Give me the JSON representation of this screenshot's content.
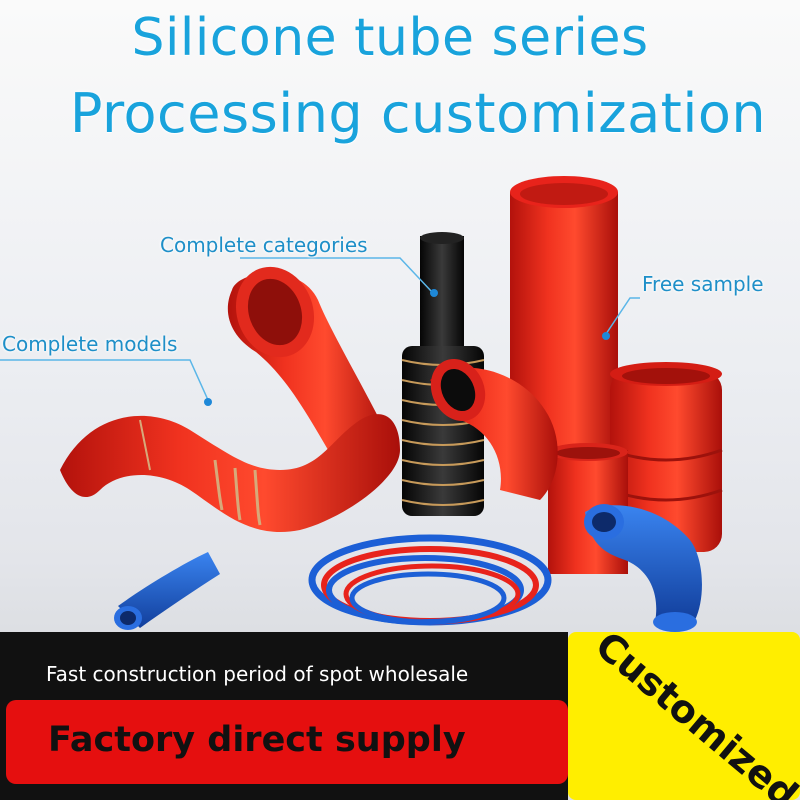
{
  "title": {
    "line1": "Silicone tube series",
    "line2": "Processing customization"
  },
  "callouts": {
    "categories": "Complete categories",
    "models": "Complete models",
    "sample": "Free sample"
  },
  "banner": {
    "spot_text": "Fast construction period of spot wholesale",
    "factory_text": "Factory direct supply",
    "customized_text": "Customized"
  },
  "colors": {
    "title_blue": "#19a3dc",
    "tube_red": "#e8231b",
    "tube_black": "#151515",
    "tube_blue": "#1c5fd6",
    "banner_red": "#e50f0f",
    "banner_yellow": "#ffee00"
  },
  "icons": [
    "callout-dot-icon"
  ]
}
